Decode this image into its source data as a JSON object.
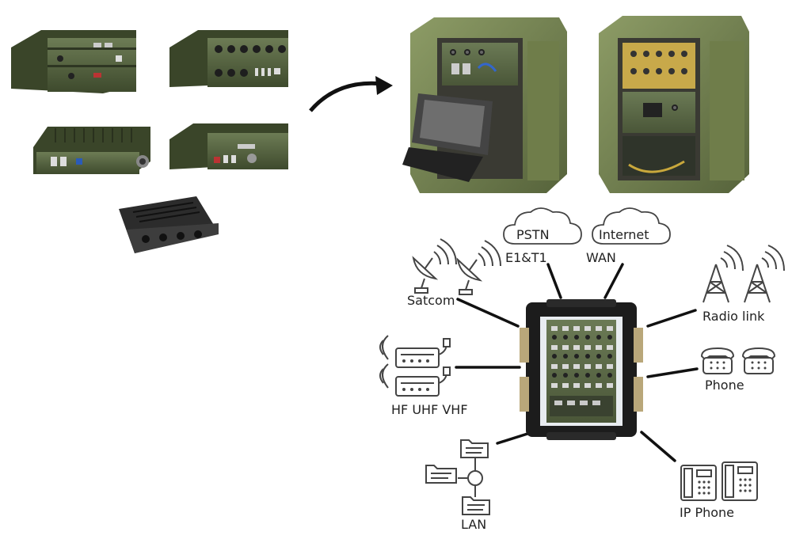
{
  "diagram": {
    "nodes": {
      "pstn": "PSTN",
      "e1t1": "E1&T1",
      "internet": "Internet",
      "wan": "WAN",
      "satcom": "Satcom",
      "radio_link": "Radio link",
      "phone": "Phone",
      "hf_uhf_vhf": "HF UHF VHF",
      "lan": "LAN",
      "ip_phone": "IP Phone"
    },
    "colors": {
      "module_green": "#4e5e3a",
      "case_green": "#7b8a55",
      "case_dark": "#3c4530",
      "line": "#111111",
      "icon_stroke": "#444444",
      "hub_dark": "#1c1c1c",
      "hub_panel": "#5d6b4a"
    },
    "icons": [
      "hardware-module-icon",
      "rugged-case-icon",
      "cloud-icon",
      "satellite-dish-icon",
      "radio-tower-icon",
      "telephone-icon",
      "radio-handset-icon",
      "folder-icon",
      "ip-phone-icon"
    ]
  }
}
